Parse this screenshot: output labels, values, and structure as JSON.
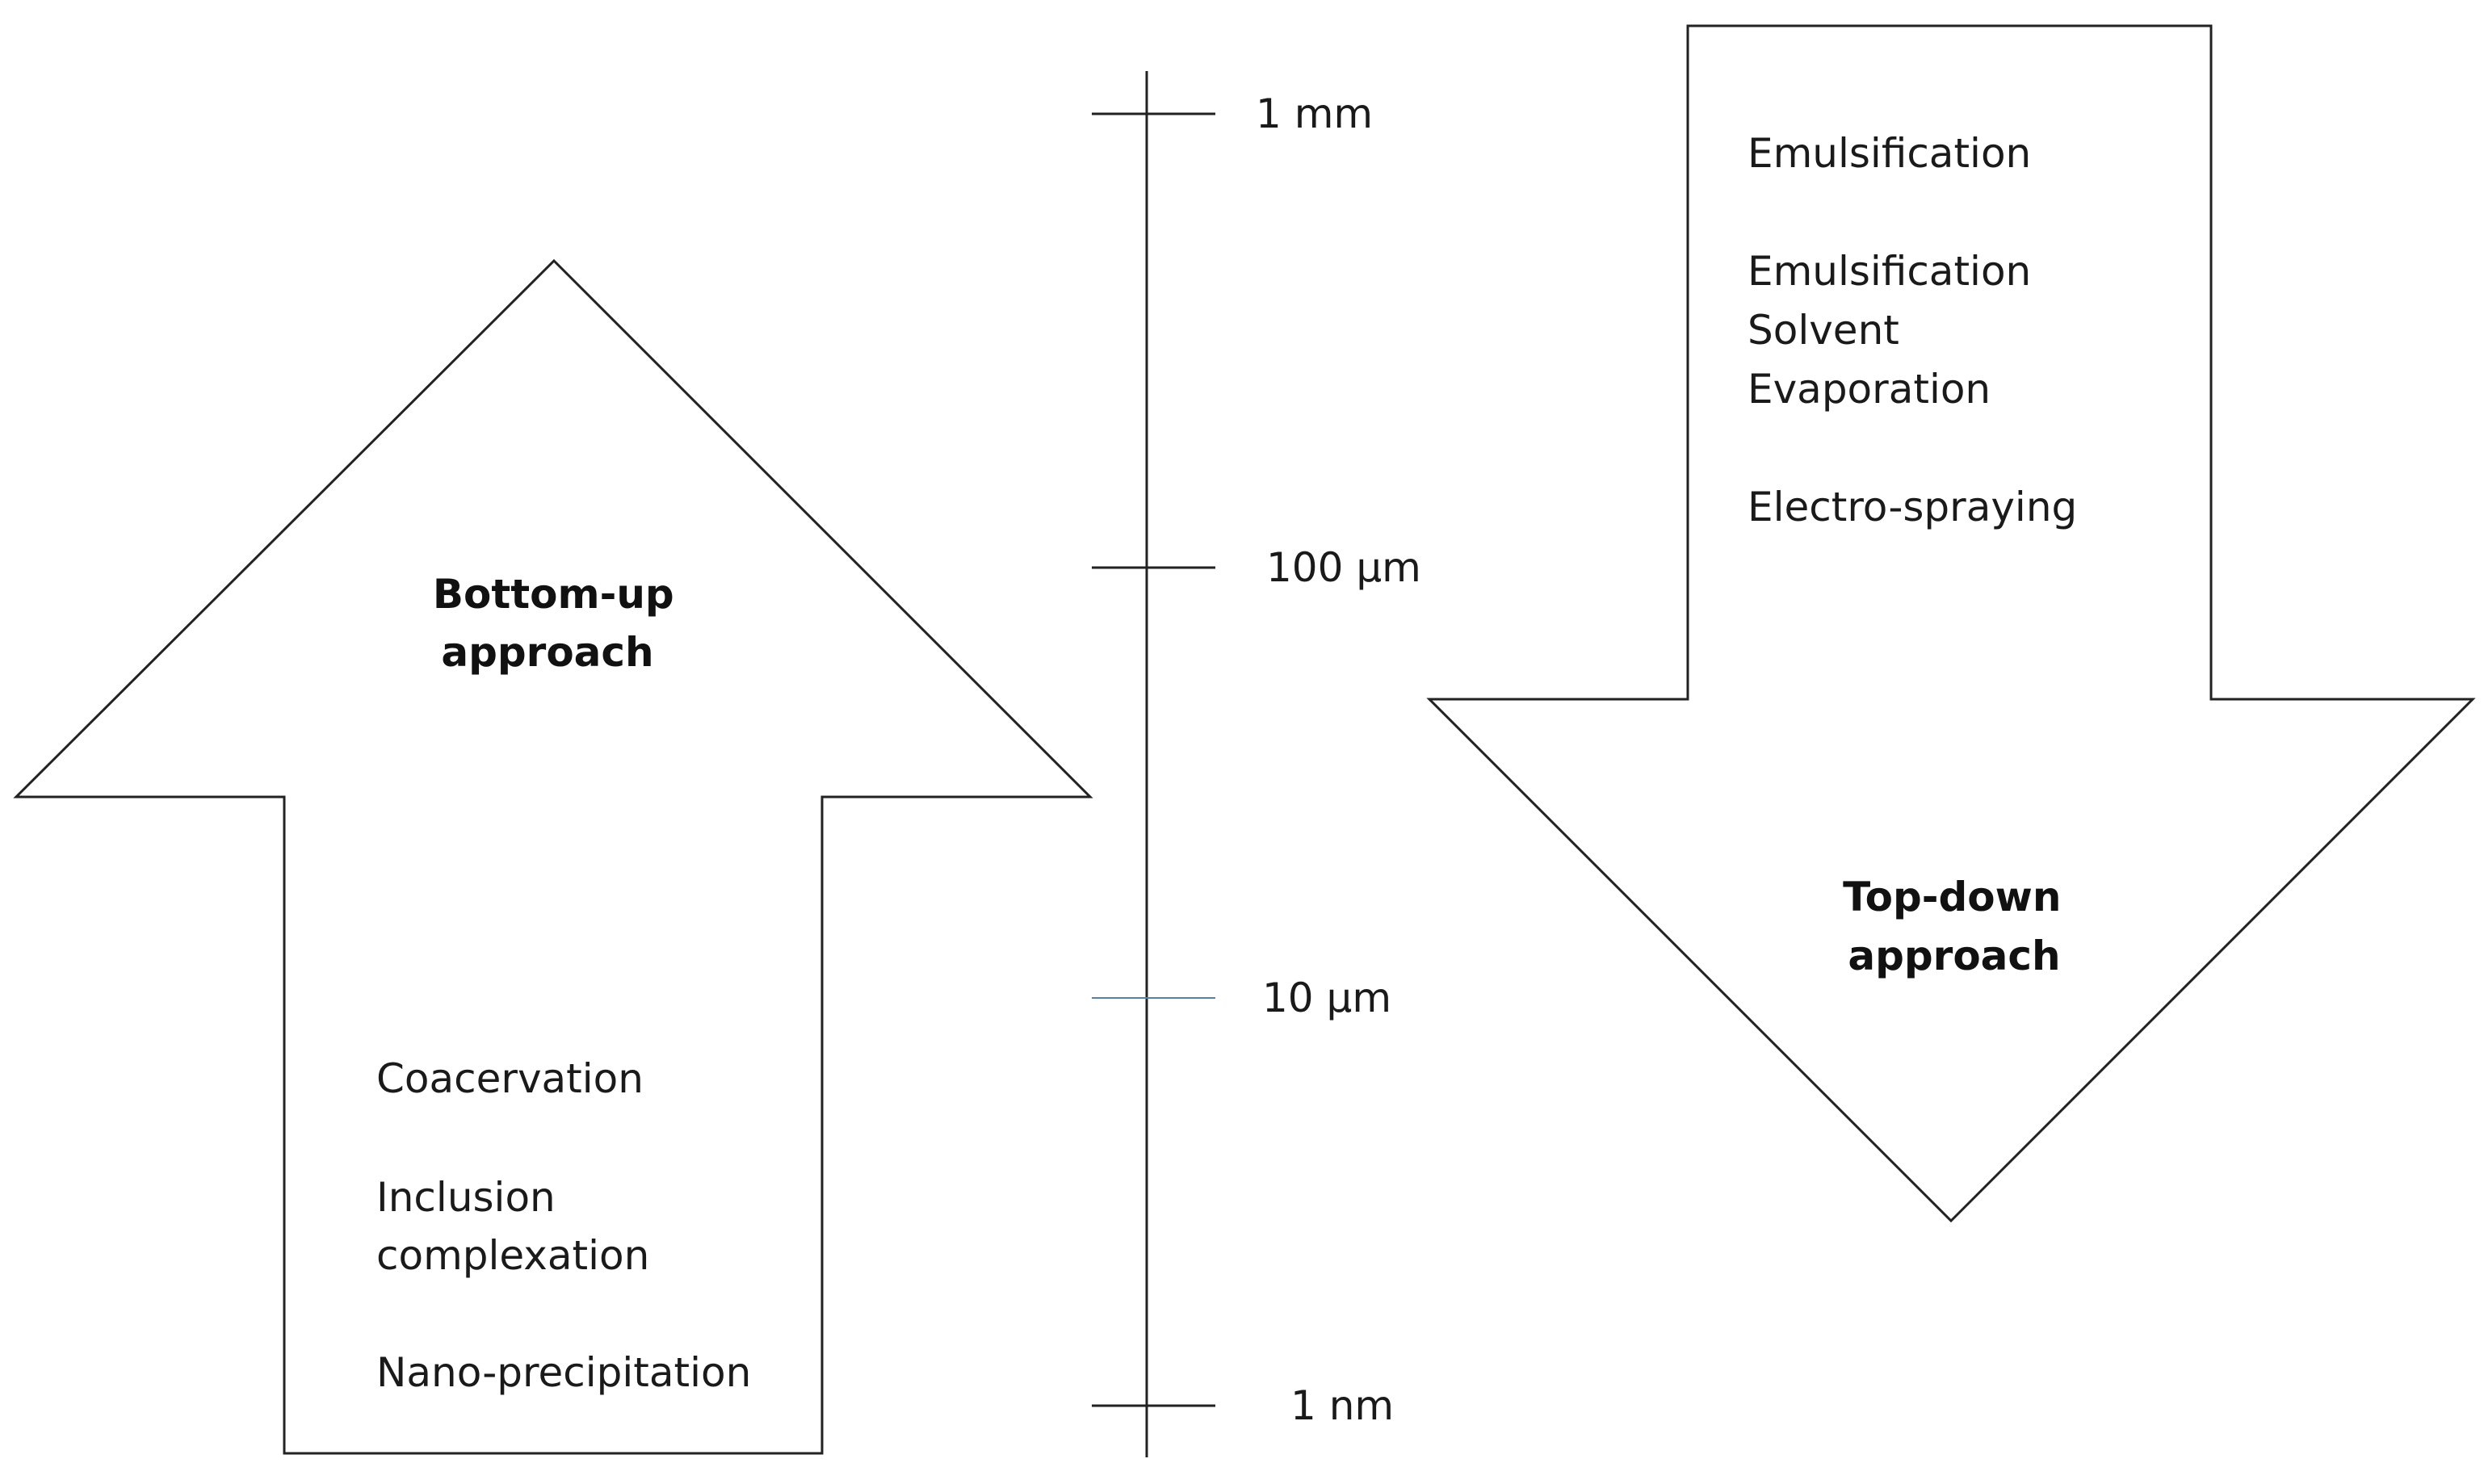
{
  "bottom_up": {
    "heading": [
      "Bottom-up",
      "approach"
    ],
    "methods": [
      [
        "Coacervation"
      ],
      [
        "Inclusion",
        "complexation"
      ],
      [
        "Nano-precipitation"
      ]
    ]
  },
  "top_down": {
    "heading": [
      "Top-down",
      "approach"
    ],
    "methods": [
      [
        "Emulsification"
      ],
      [
        "Emulsification",
        "Solvent",
        "Evaporation"
      ],
      [
        "Electro-spraying"
      ]
    ]
  },
  "scale": {
    "ticks": [
      "1 mm",
      "100 µm",
      "10 µm",
      "1 nm"
    ],
    "tick_colors": [
      "#222222",
      "#222222",
      "#5b7fa6",
      "#222222"
    ]
  }
}
